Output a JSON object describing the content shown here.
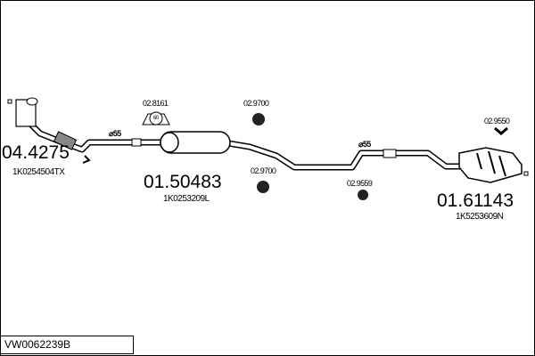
{
  "diagram_code": "VW0062239B",
  "parts": [
    {
      "number": "04.4275",
      "ref": "1K0254504TX"
    },
    {
      "number": "01.50483",
      "ref": "1K0253209L"
    },
    {
      "number": "01.61143",
      "ref": "1K5253609N"
    }
  ],
  "accessories": [
    "02.8161",
    "02.9700",
    "02.9700",
    "02.9559",
    "02.9550"
  ],
  "clamp_size": "60",
  "pipe_diameters": [
    "⌀55",
    "⌀55"
  ]
}
